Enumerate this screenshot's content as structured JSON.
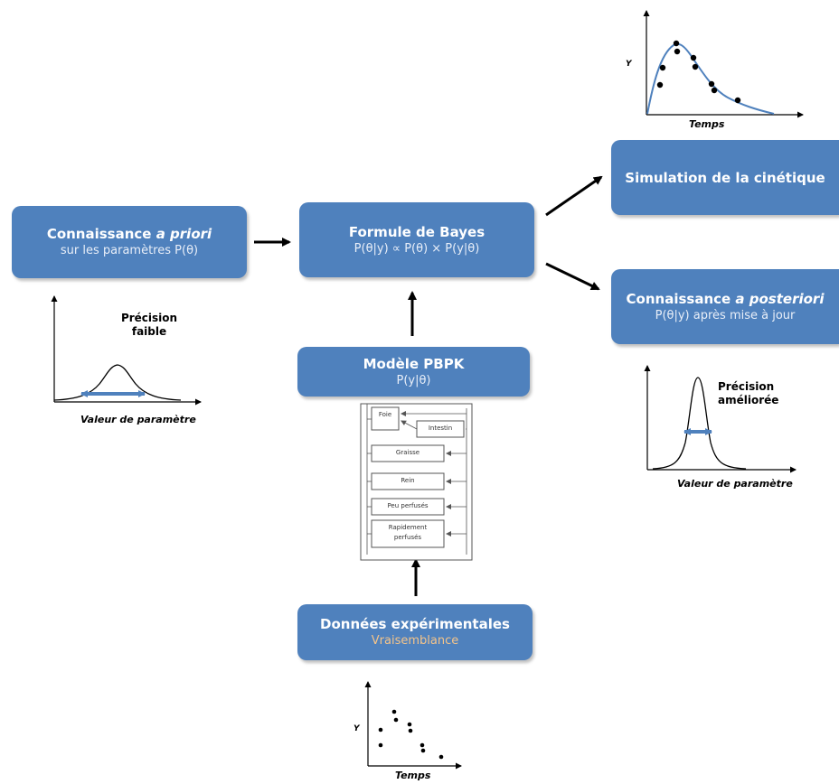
{
  "prior_box": {
    "title_plain": "Connaissance ",
    "title_italic": "a priori",
    "subtitle_plain": "sur les paramètres ",
    "subtitle_formula": "P(θ)"
  },
  "bayes_box": {
    "title": "Formule de Bayes",
    "formula": "P(θ|y) ∝ P(θ) × P(y|θ)"
  },
  "pbpk_box": {
    "title": "Modèle PBPK",
    "formula": "P(y|θ)"
  },
  "data_box": {
    "title": "Données expérimentales",
    "subtitle": "Vraisemblance"
  },
  "sim_box": {
    "title": "Simulation de la cinétique"
  },
  "post_box": {
    "title_plain": "Connaissance ",
    "title_italic": "a posteriori",
    "subtitle_formula": "P(θ|y)",
    "subtitle_plain": " après mise à jour"
  },
  "prior_plot": {
    "annotation_line1": "Précision",
    "annotation_line2": "faible",
    "xlabel": "Valeur de paramètre"
  },
  "post_plot": {
    "annotation_line1": "Précision",
    "annotation_line2": "améliorée",
    "xlabel": "Valeur de paramètre"
  },
  "sim_plot": {
    "ylabel": "Y",
    "xlabel": "Temps"
  },
  "data_plot": {
    "ylabel": "Y",
    "xlabel": "Temps"
  },
  "pbpk_diagram": {
    "compartments": [
      "Foie",
      "Intestin",
      "Graisse",
      "Rein",
      "Peu perfusés",
      "Rapidement perfusés"
    ]
  },
  "colors": {
    "box": "#4f81bd",
    "arrow_double": "#4f81bd",
    "curve": "#4f81bd",
    "orange": "#f4c48a"
  }
}
